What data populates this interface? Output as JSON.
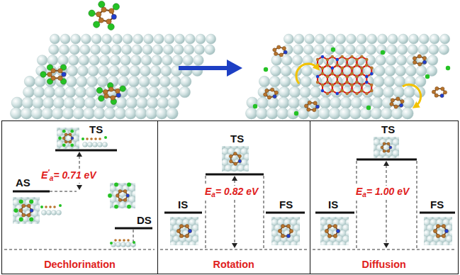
{
  "diagram": {
    "nodes": [
      {
        "text": [
          "Dechlorination"
        ]
      },
      {
        "text": [
          "Rotation"
        ]
      },
      {
        "text": [
          "Diffusion"
        ]
      }
    ],
    "labels": [
      "TS",
      "AS",
      "E′a= 0.71 eV",
      "DS",
      "IS",
      "TS",
      "Ea= 0.82 eV",
      "FS",
      "IS",
      "TS",
      "Ea= 1.00 eV",
      "FS"
    ]
  }
}
